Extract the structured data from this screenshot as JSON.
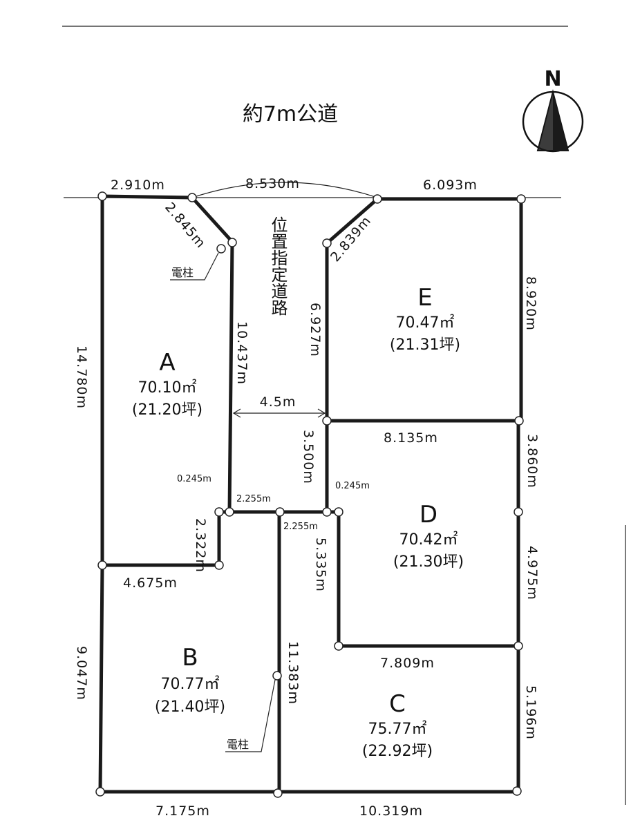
{
  "road_label": "約7m公道",
  "north_label": "N",
  "private_road_label": "位置指定道路",
  "road_width": "4.5m",
  "pole_label": "電柱",
  "lots": [
    {
      "name": "A",
      "area_m2": "70.10㎡",
      "area_tsubo": "(21.20坪)"
    },
    {
      "name": "B",
      "area_m2": "70.77㎡",
      "area_tsubo": "(21.40坪)"
    },
    {
      "name": "C",
      "area_m2": "75.77㎡",
      "area_tsubo": "(22.92坪)"
    },
    {
      "name": "D",
      "area_m2": "70.42㎡",
      "area_tsubo": "(21.30坪)"
    },
    {
      "name": "E",
      "area_m2": "70.47㎡",
      "area_tsubo": "(21.31坪)"
    }
  ],
  "dimensions": {
    "top_a": "2.910m",
    "road_front": "8.530m",
    "top_e": "6.093m",
    "corner_a": "2.845m",
    "corner_e": "2.839m",
    "left_a": "14.780m",
    "road_left": "10.437m",
    "road_right": "6.927m",
    "right_e": "8.920m",
    "e_bottom": "8.135m",
    "road_right_lower": "3.500m",
    "offset_left": "0.245m",
    "offset_right": "0.245m",
    "road_end_top": "2.255m",
    "road_end_bottom": "2.255m",
    "a_notch": "2.322m",
    "a_bottom": "4.675m",
    "right_d_upper": "3.860m",
    "right_d_lower": "4.975m",
    "d_left": "5.335m",
    "d_bottom": "7.809m",
    "left_b": "9.047m",
    "bc_divider": "11.383m",
    "right_c": "5.196m",
    "b_bottom": "7.175m",
    "c_bottom": "10.319m"
  }
}
